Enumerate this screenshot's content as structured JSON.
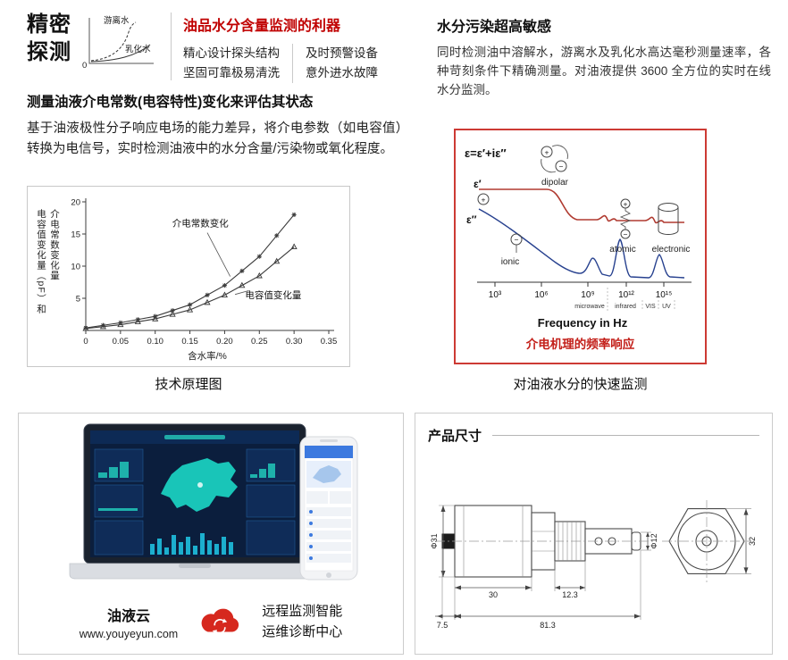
{
  "colors": {
    "accent_red": "#c00000",
    "figure_border_red": "#cd3a34",
    "caption_red": "#c3201a",
    "dashboard_teal": "#1bd7c5",
    "dashboard_navy": "#0b1e3d",
    "border_gray": "#cccccc"
  },
  "header_left": {
    "title_line1": "精密",
    "title_line2": "探测",
    "icon": {
      "free_water": "游离水",
      "emulsified_water": "乳化水",
      "zero": "0"
    },
    "red_title": "油品水分含量监测的利器",
    "features_left": [
      "精心设计探头结构",
      "坚固可靠极易清洗"
    ],
    "features_right": [
      "及时预警设备",
      "意外进水故障"
    ]
  },
  "header_right": {
    "title": "水分污染超高敏感",
    "body": "同时检测油中溶解水，游离水及乳化水高达毫秒测量速率，各种苛刻条件下精确测量。对油液提供 3600 全方位的实时在线水分监测。"
  },
  "principle": {
    "heading": "测量油液介电常数(电容特性)变化来评估其状态",
    "body": "基于油液极性分子响应电场的能力差异，将介电参数（如电容值）转换为电信号，实时检测油液中的水分含量/污染物或氧化程度。",
    "caption": "技术原理图"
  },
  "chart_data": [
    {
      "type": "line",
      "x": [
        0,
        0.05,
        0.1,
        0.15,
        0.2,
        0.25,
        0.3
      ],
      "series": [
        {
          "name": "介电常数变化",
          "marker": "asterisk",
          "values": [
            0.4,
            1.2,
            2.2,
            4.0,
            7.0,
            11.5,
            18.0
          ]
        },
        {
          "name": "电容值变化量",
          "marker": "triangle",
          "values": [
            0.3,
            0.9,
            1.8,
            3.2,
            5.5,
            8.5,
            13.0
          ]
        }
      ],
      "xlabel": "含水率/%",
      "ylabel": "电容值变化量（pF）和介电常数变化量",
      "ylabel_lines": [
        "电容值变化量（pF）和",
        "介电常数变化量"
      ],
      "xlim": [
        0,
        0.35
      ],
      "ylim": [
        0,
        20
      ],
      "x_tick_vals": [
        0,
        0.05,
        0.1,
        0.15,
        0.2,
        0.25,
        0.3,
        0.35
      ],
      "x_ticks": [
        "0",
        "0.05",
        "0.10",
        "0.15",
        "0.20",
        "0.25",
        "0.30",
        "0.35"
      ],
      "y_ticks": [
        5,
        10,
        15,
        20
      ],
      "grid": false,
      "legend": "inline-annotations"
    },
    {
      "type": "line",
      "title": "介电机理的频率响应",
      "description": "Dielectric mechanism frequency response: ε′ and ε″ versus frequency with dipolar, ionic, atomic and electronic relaxation regions",
      "xlabel": "Frequency in Hz",
      "x_ticks": [
        "10³",
        "10⁶",
        "10⁹",
        "10¹²",
        "10¹⁵"
      ],
      "annotations": [
        "dipolar",
        "ionic",
        "atomic",
        "electronic",
        "microwave",
        "infrared",
        "VIS",
        "UV",
        "ε=ε′+iε″"
      ]
    }
  ],
  "freq": {
    "equation": "ε=ε′+iε″",
    "eps_real": "ε′",
    "eps_imag": "ε″",
    "plus": "+",
    "minus": "−",
    "regions": [
      "dipolar",
      "ionic",
      "atomic",
      "electronic"
    ],
    "x_ticks": [
      "10³",
      "10⁶",
      "10⁹",
      "10¹²",
      "10¹⁵"
    ],
    "bands": [
      "microwave",
      "infrared",
      "VIS",
      "UV"
    ],
    "xlabel": "Frequency in Hz",
    "red_caption": "介电机理的频率响应",
    "caption": "对油液水分的快速监测"
  },
  "cloud": {
    "brand": "油液云",
    "url": "www.youyeyun.com",
    "service_line1": "远程监测智能",
    "service_line2": "运维诊断中心"
  },
  "dimensions": {
    "heading": "产品尺寸",
    "labels": {
      "body_diameter": "Φ31",
      "probe_diameter": "Φ12",
      "body_length": "30",
      "thread_length": "12.3",
      "connector_length": "7.5",
      "total_length": "81.3",
      "hex_width": "32"
    }
  }
}
